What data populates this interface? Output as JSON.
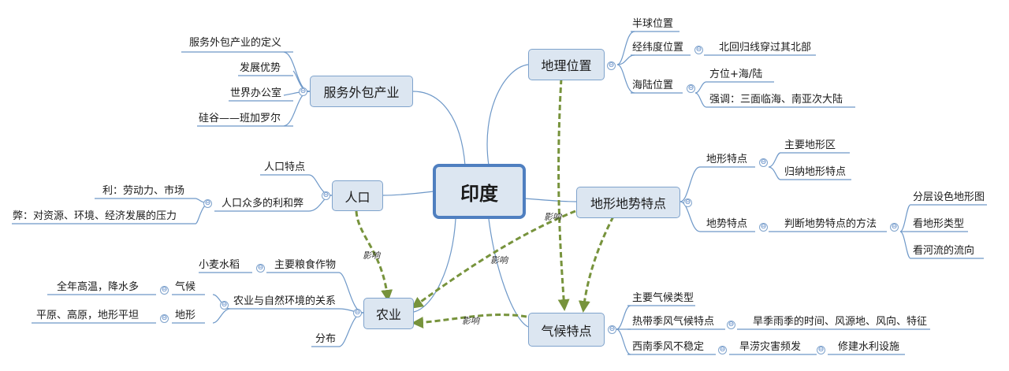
{
  "root": {
    "label": "印度"
  },
  "colors": {
    "line": "#6e98c8",
    "arrow": "#77933c",
    "node_fill": "#dce6f1",
    "node_border": "#7fa3cc"
  },
  "relation_label": "影响",
  "branches": {
    "fuwu": {
      "label": "服务外包产业",
      "items": [
        "服务外包产业的定义",
        "发展优势",
        "世界办公室",
        "硅谷——班加罗尔"
      ]
    },
    "renkou": {
      "label": "人口",
      "items": [
        "人口特点",
        "人口众多的利和弊"
      ],
      "libi": [
        "利：劳动力、市场",
        "弊：对资源、环境、经济发展的压力"
      ]
    },
    "nongye": {
      "label": "农业",
      "items": [
        "主要粮食作物",
        "农业与自然环境的关系",
        "分布"
      ],
      "grain": "小麦水稻",
      "relation": [
        "气候",
        "地形"
      ],
      "relation_detail": [
        "全年高温，降水多",
        "平原、高原，地形平坦"
      ]
    },
    "dili": {
      "label": "地理位置",
      "items": [
        "半球位置",
        "经纬度位置",
        "海陆位置"
      ],
      "latlon": "北回归线穿过其北部",
      "sealand": [
        "方位+海/陆",
        "强调：三面临海、南亚次大陆"
      ]
    },
    "dixing": {
      "label": "地形地势特点",
      "items": [
        "地形特点",
        "地势特点"
      ],
      "terrain": [
        "主要地形区",
        "归纳地形特点"
      ],
      "method": "判断地势特点的方法",
      "method_items": [
        "分层设色地形图",
        "看地形类型",
        "看河流的流向"
      ]
    },
    "qihou": {
      "label": "气候特点",
      "items": [
        "主要气候类型",
        "热带季风气候特点",
        "西南季风不稳定"
      ],
      "monsoon": "旱季雨季的时间、风源地、风向、特征",
      "drought": "旱涝灾害频发",
      "measure": "修建水利设施"
    }
  }
}
